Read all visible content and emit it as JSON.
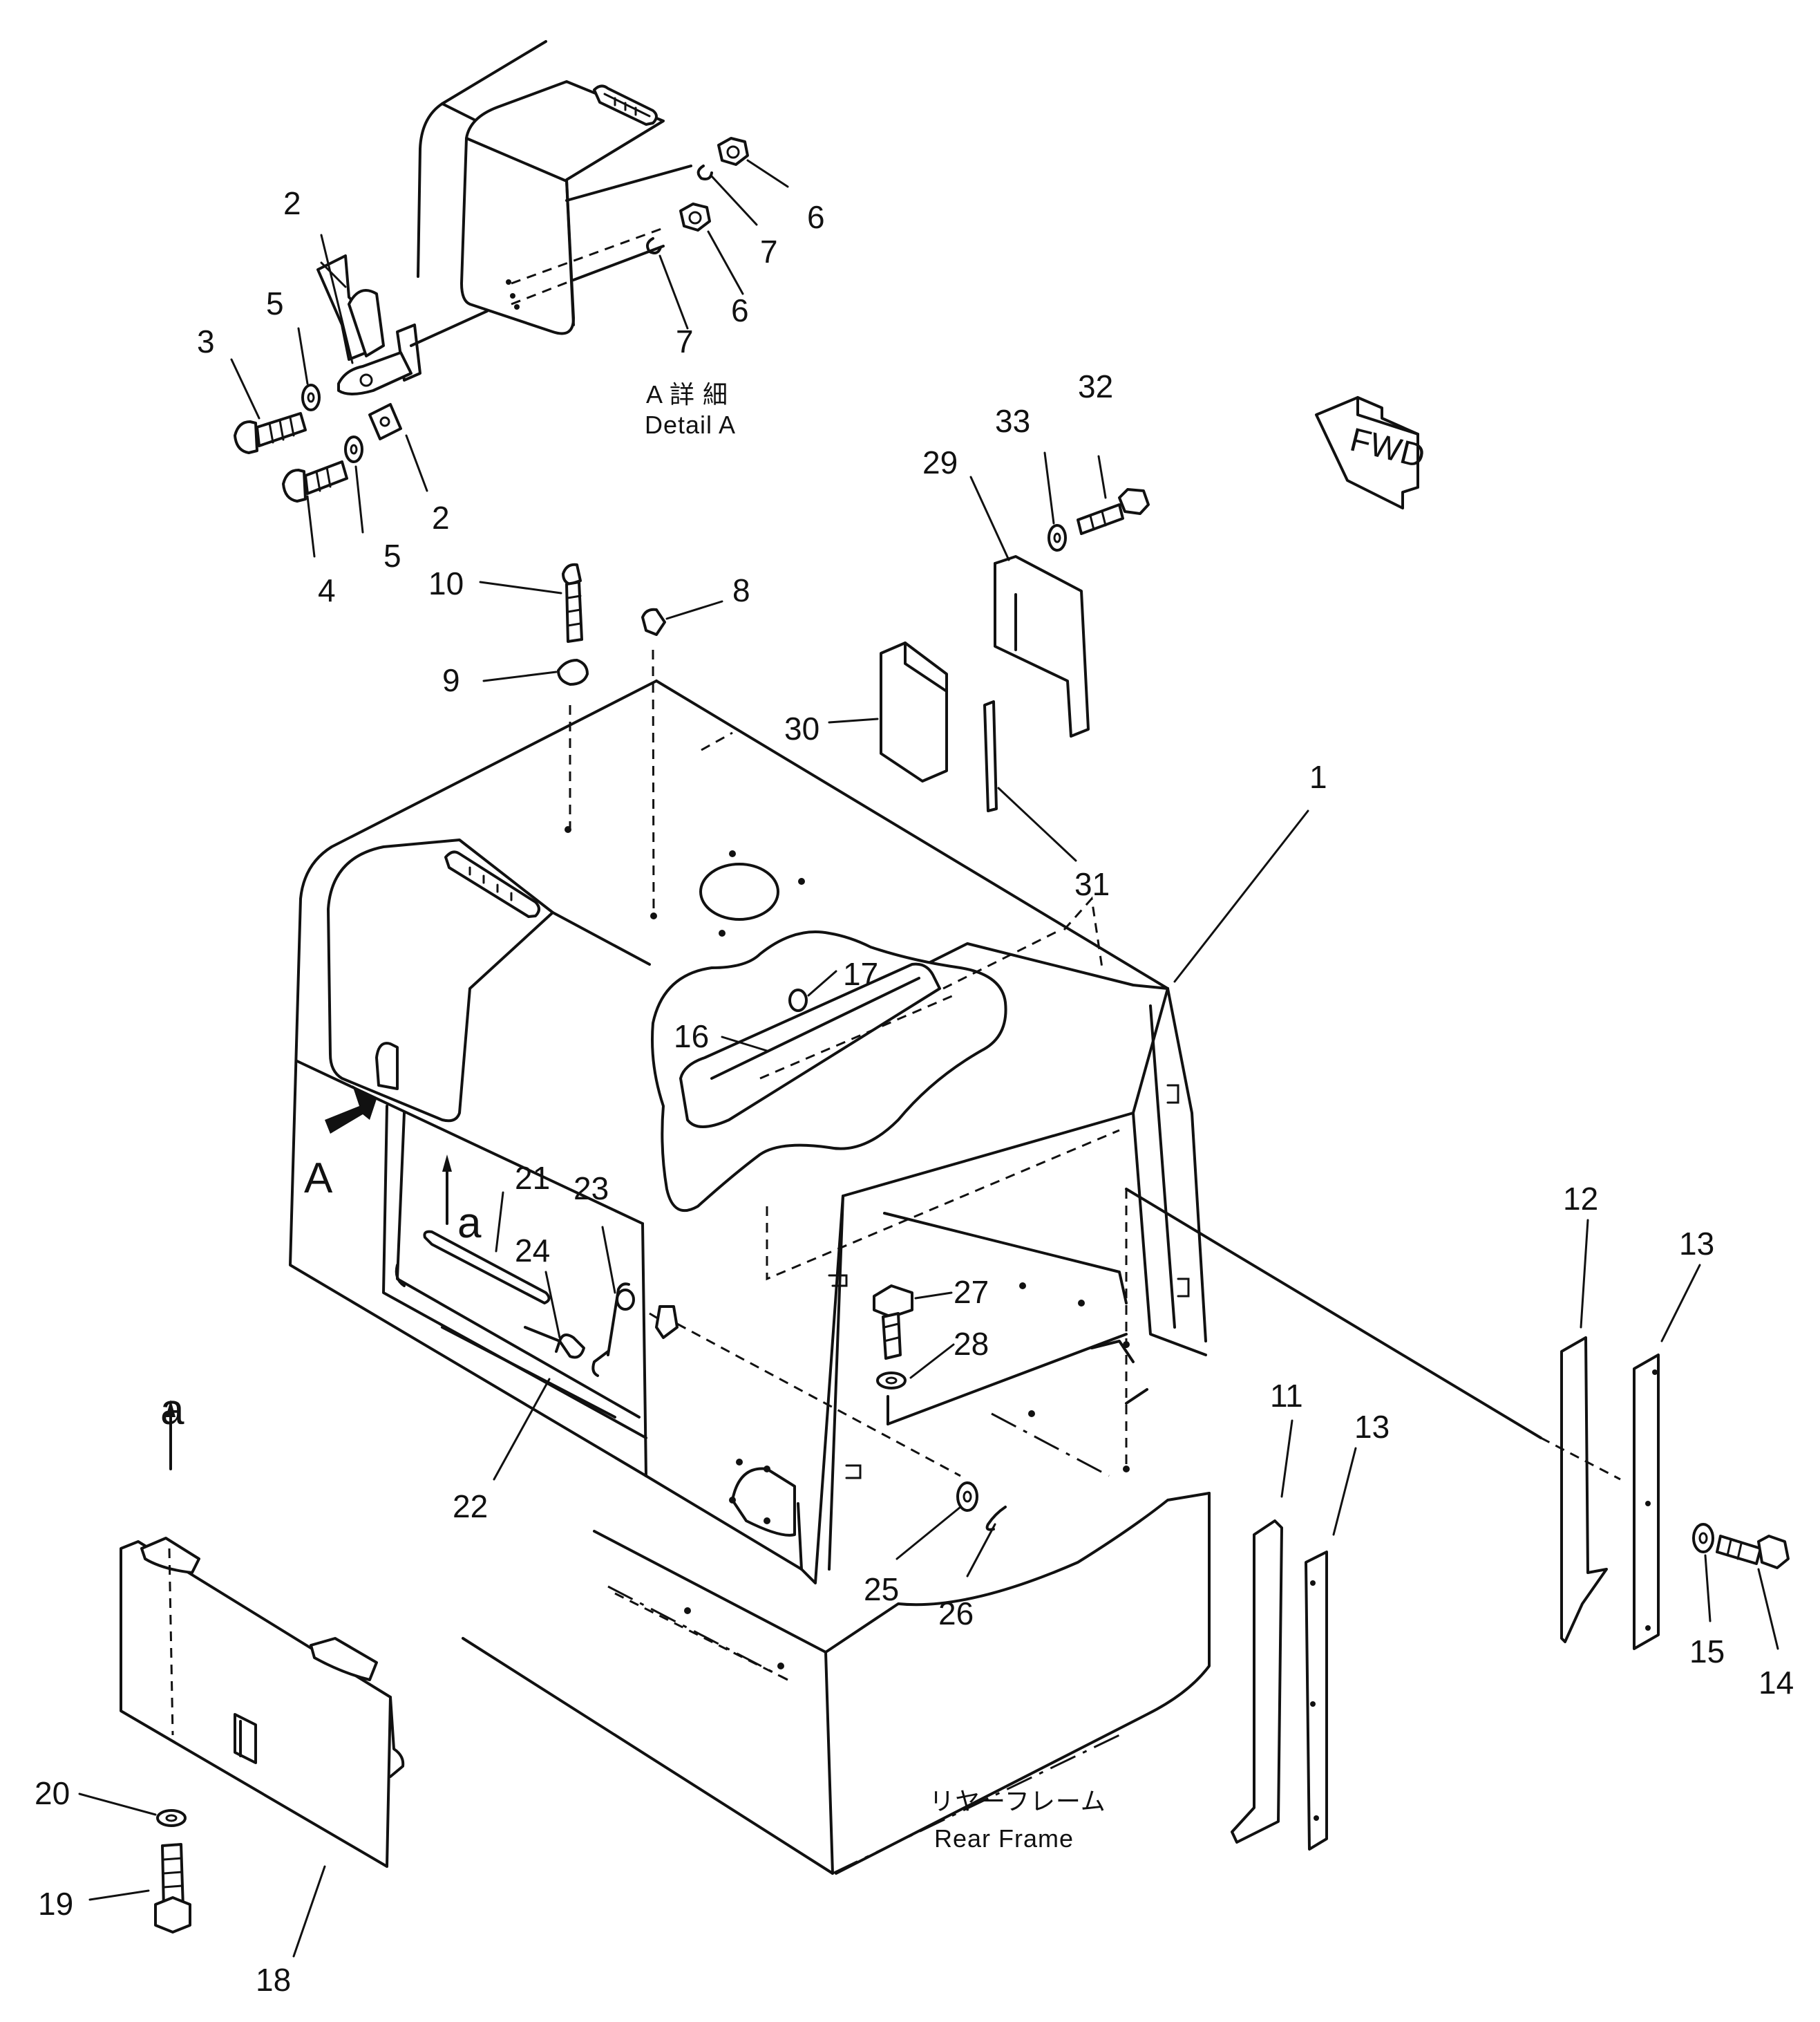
{
  "labels": {
    "detail_a_jp": "A 詳 細",
    "detail_a_en": "Detail A",
    "view_arrow_letter": "A",
    "ref_letter_upper": "a",
    "ref_letter_lower": "a",
    "fwd": "FWD",
    "rear_frame_jp": "リヤーフレーム",
    "rear_frame_en": "Rear Frame"
  },
  "parts": {
    "p1": "1",
    "p2a": "2",
    "p2b": "2",
    "p3": "3",
    "p4": "4",
    "p5a": "5",
    "p5b": "5",
    "p6a": "6",
    "p6b": "6",
    "p7a": "7",
    "p7b": "7",
    "p8": "8",
    "p9": "9",
    "p10": "10",
    "p11": "11",
    "p12": "12",
    "p13a": "13",
    "p13b": "13",
    "p14": "14",
    "p15": "15",
    "p16": "16",
    "p17": "17",
    "p18": "18",
    "p19": "19",
    "p20": "20",
    "p21": "21",
    "p22": "22",
    "p23": "23",
    "p24": "24",
    "p25": "25",
    "p26": "26",
    "p27": "27",
    "p28": "28",
    "p29": "29",
    "p30": "30",
    "p31": "31",
    "p32": "32",
    "p33": "33"
  }
}
